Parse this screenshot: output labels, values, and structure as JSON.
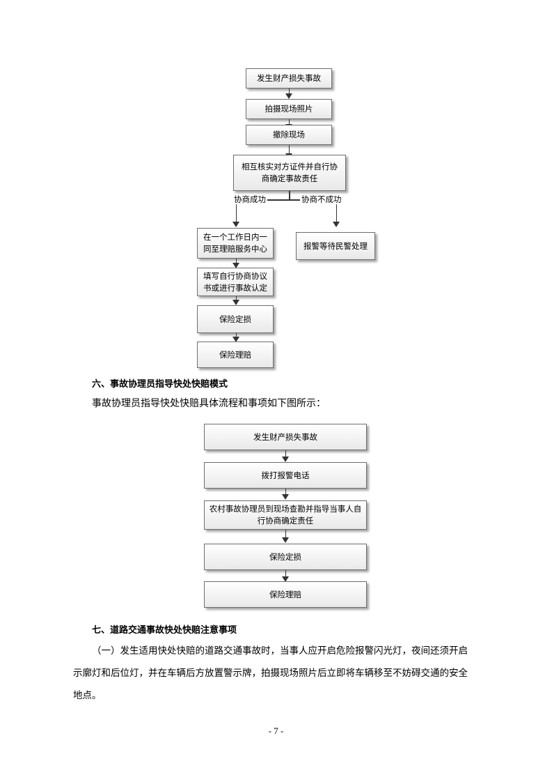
{
  "flow1": {
    "step1": "发生财产损失事故",
    "step2": "拍摄现场照片",
    "step3": "撤除现场",
    "step4": "相互核实对方证件并自行协商确定事故责任",
    "branch_success": "协商成功",
    "branch_fail": "协商不成功",
    "success_step1": "在一个工作日内一同至理赔服务中心",
    "success_step2": "填写自行协商协议书或进行事故认定",
    "success_step3": "保险定损",
    "success_step4": "保险理赔",
    "fail_step1": "报警等待民警处理"
  },
  "section6": {
    "heading": "六、事故协理员指导快处快赔模式",
    "intro": "事故协理员指导快处快赔具体流程和事项如下图所示："
  },
  "flow2": {
    "step1": "发生财产损失事故",
    "step2": "拨打报警电话",
    "step3": "农村事故协理员到现场查勘并指导当事人自行协商确定责任",
    "step4": "保险定损",
    "step5": "保险理赔"
  },
  "section7": {
    "heading": "七、道路交通事故快处快赔注意事项",
    "para_line1": "（一）发生适用快处快赔的道路交通事故时，当事人应开启危险报警闪光灯，夜间还须开启",
    "para_line2": "示廓灯和后位灯，并在车辆后方放置警示牌，拍摄现场照片后立即将车辆移至不妨碍交通的安全",
    "para_line3": "地点。"
  },
  "page_number": "- 7 -"
}
